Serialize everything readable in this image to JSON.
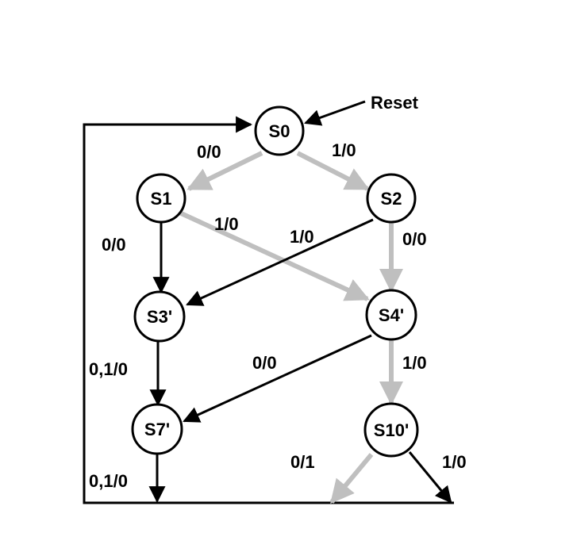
{
  "diagram": {
    "reset_label": "Reset",
    "colors": {
      "black_edge": "#000000",
      "gray_edge": "#bfbfbf",
      "node_fill": "#ffffff"
    },
    "nodes": {
      "s0": "S0",
      "s1": "S1",
      "s2": "S2",
      "s3": "S3'",
      "s4": "S4'",
      "s7": "S7'",
      "s10": "S10'"
    },
    "edges": {
      "s0_s1": "0/0",
      "s0_s2": "1/0",
      "s1_s3": "0/0",
      "s1_s4": "1/0",
      "s2_s3": "1/0",
      "s2_s4": "0/0",
      "s3_s7": "0,1/0",
      "s4_s7": "0/0",
      "s4_s10": "1/0",
      "s7_out": "0,1/0",
      "s10_out0": "0/1",
      "s10_out1": "1/0"
    }
  }
}
